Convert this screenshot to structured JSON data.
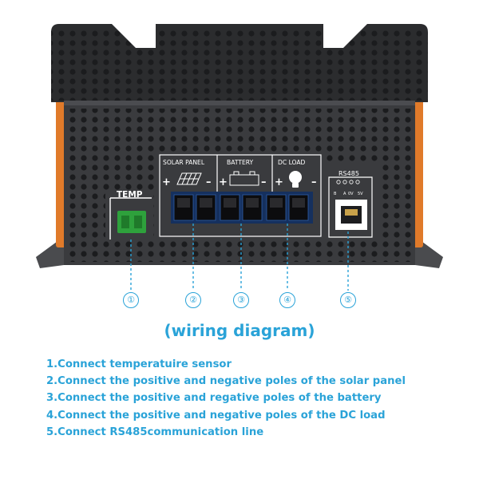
{
  "device": {
    "temp_label": "TEMP",
    "solar_label": "SOLAR PANEL",
    "battery_label": "BATTERY",
    "load_label": "DC LOAD",
    "rs485_label": "RS485",
    "rs485_pins": [
      "B",
      "A",
      "0V",
      "5V"
    ],
    "plus": "+",
    "minus": "–",
    "body_color": "#3a3b3e",
    "accent_color": "#e07a2a",
    "terminal_color": "#2ea13c"
  },
  "callouts": [
    "①",
    "②",
    "③",
    "④",
    "⑤"
  ],
  "title": "(wiring diagram)",
  "steps": [
    "1.Connect temperatuire sensor",
    "2.Connect the positive and negative poles of the solar panel",
    "3.Connect the positive and regative poles of the battery",
    "4.Connect the positive and negative poles of the DC load",
    "5.Connect RS485communication line"
  ],
  "text_color": "#2aa3d8"
}
